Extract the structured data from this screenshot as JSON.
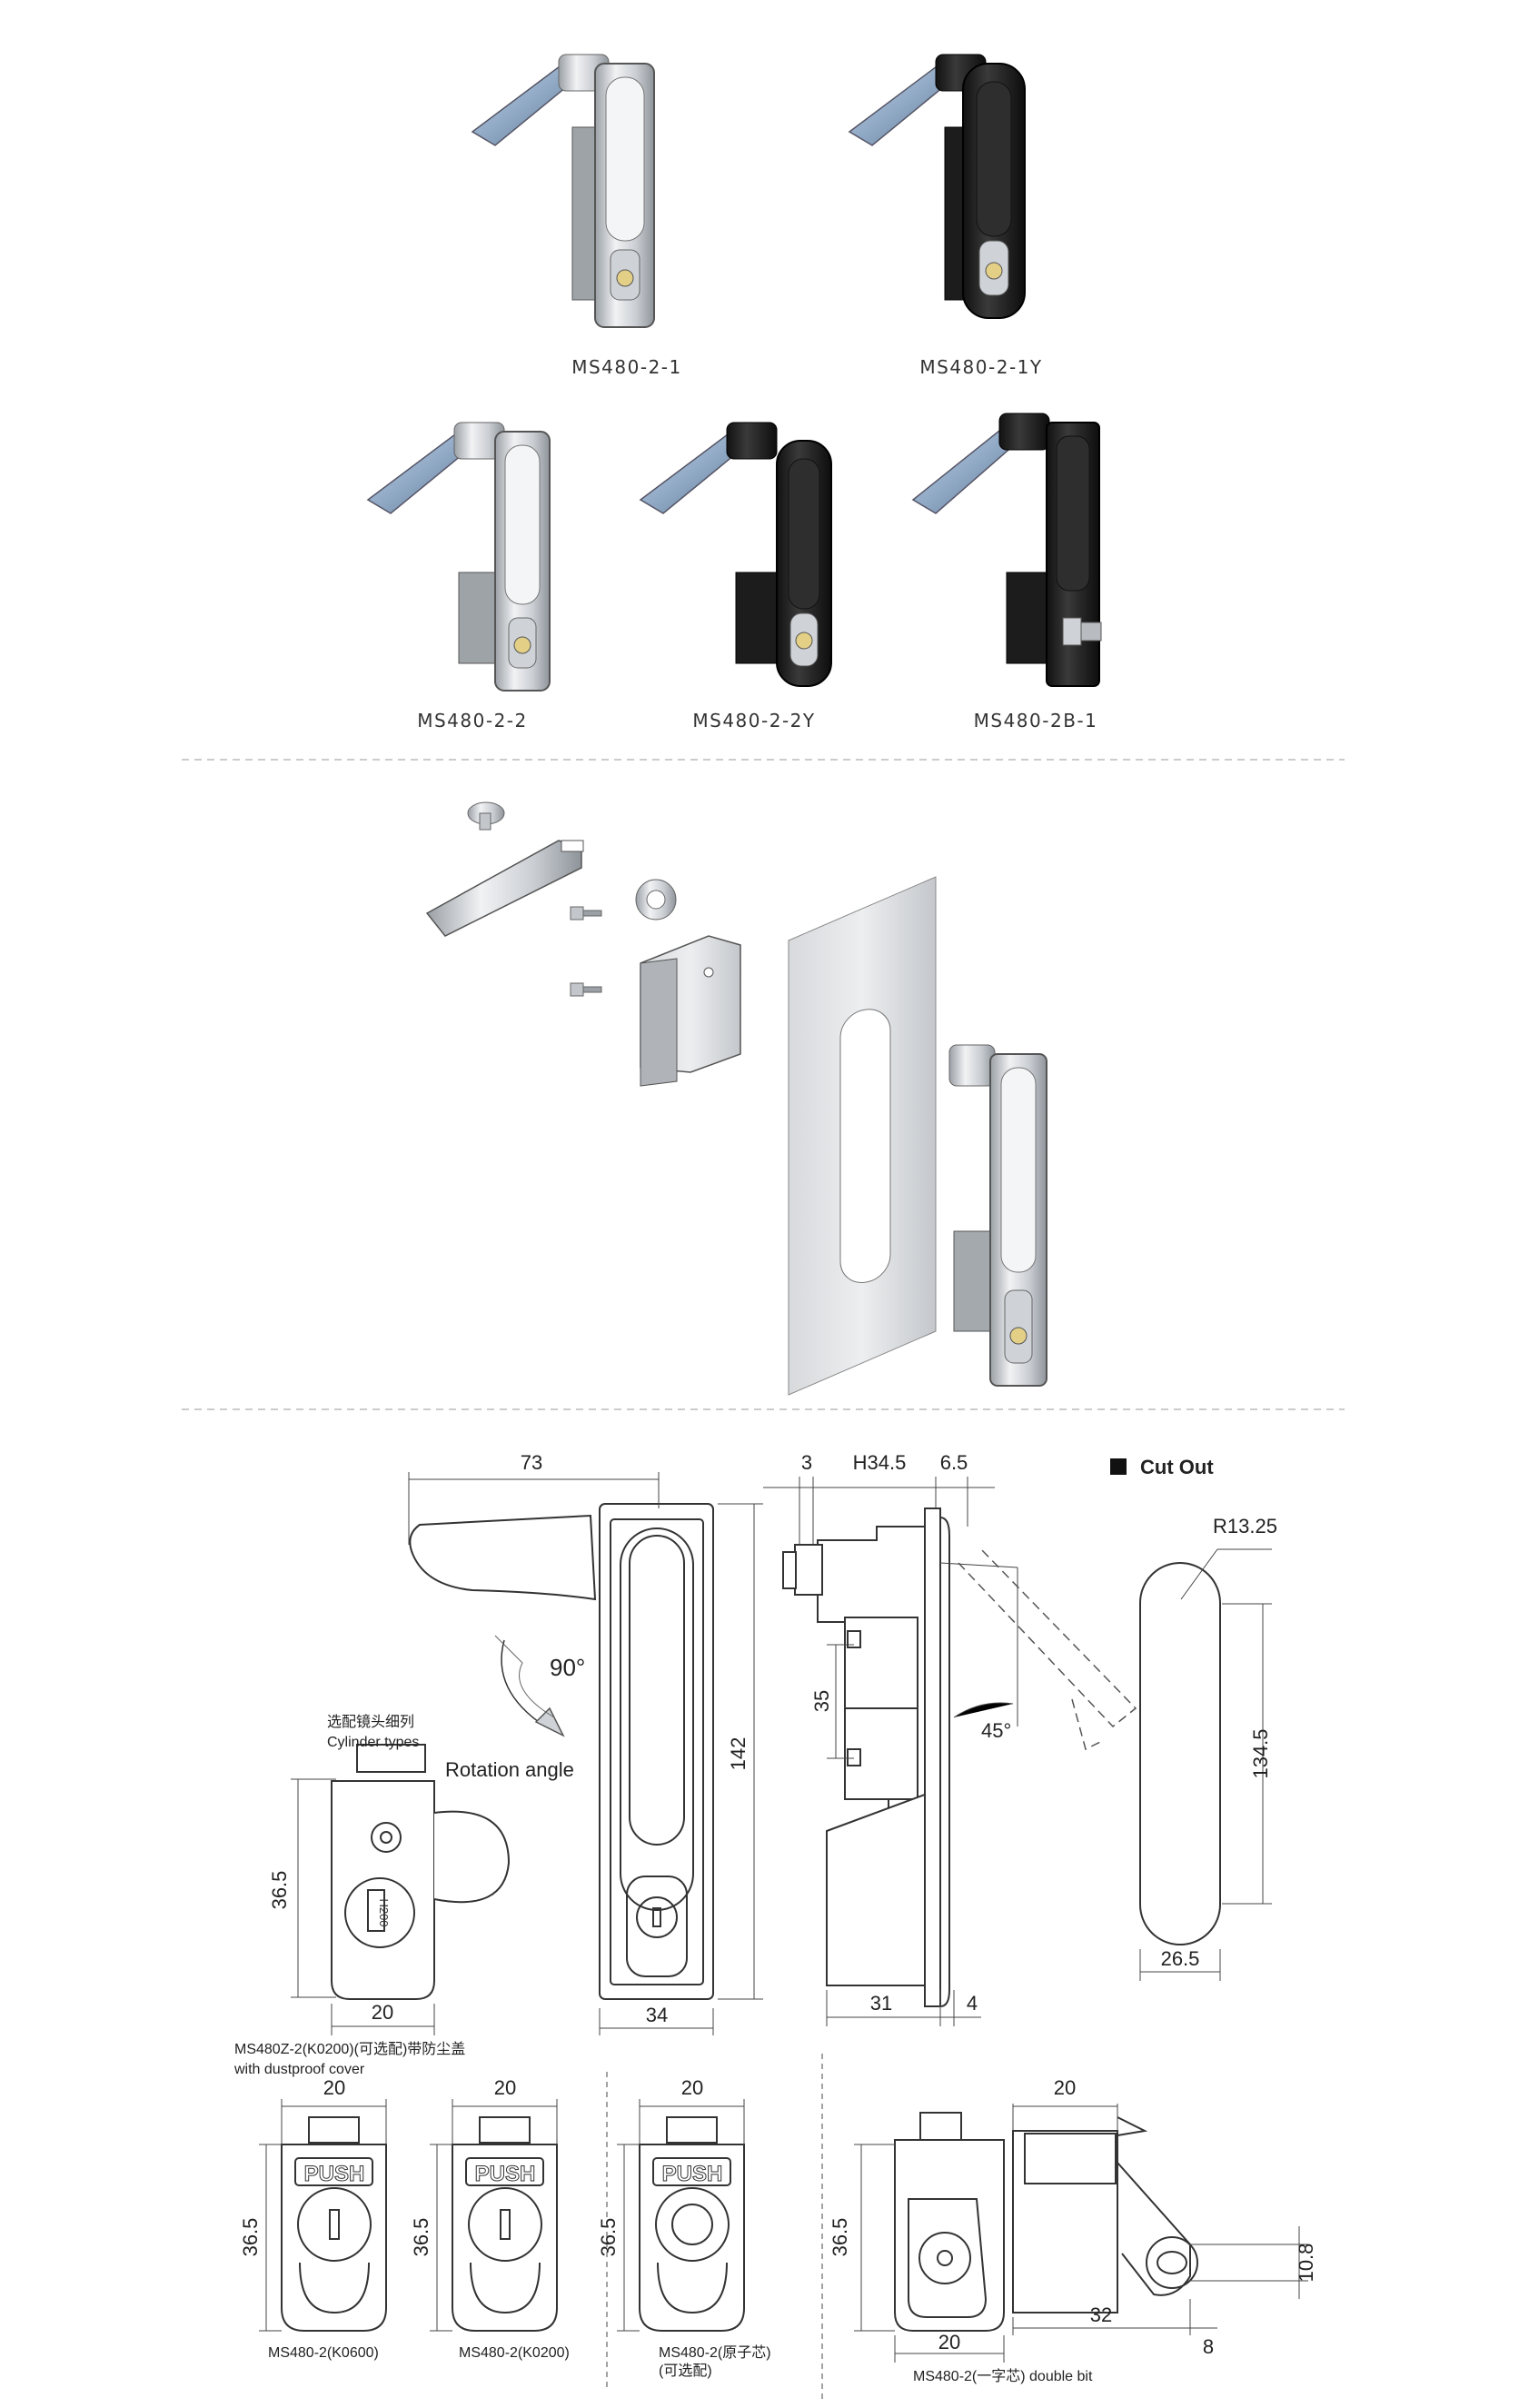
{
  "products": {
    "p1": "MS480-2-1",
    "p2": "MS480-2-1Y",
    "p3": "MS480-2-2",
    "p4": "MS480-2-2Y",
    "p5": "MS480-2B-1"
  },
  "drawing": {
    "cut_out_label": "Cut Out",
    "dim_73": "73",
    "dim_3": "3",
    "dim_h345": "H34.5",
    "dim_65": "6.5",
    "dim_r1325": "R13.25",
    "angle_90": "90°",
    "rotation_label": "Rotation angle",
    "cyl_cn": "选配镜头细列",
    "cyl_en": "Cylinder types",
    "dim_35": "35",
    "angle_45": "45°",
    "dim_142": "142",
    "dim_1345": "134.5",
    "dim_365": "36.5",
    "dim_20": "20",
    "cyl_code": "H200",
    "dim_34": "34",
    "dim_31": "31",
    "dim_4": "4",
    "dim_265": "26.5",
    "dust_cn": "MS480Z-2(K0200)(可选配)带防尘盖",
    "dust_en": "with dustproof cover",
    "push": "PUSH",
    "dim_32": "32",
    "dim_8": "8",
    "dim_108": "10.8",
    "cap_k0600": "MS480-2(K0600)",
    "cap_k0200": "MS480-2(K0200)",
    "cap_orig1": "MS480-2(原子芯)",
    "cap_orig2": "(可选配)",
    "cap_double": "MS480-2(一字芯) double bit"
  },
  "colors": {
    "line": "#333333",
    "dim": "#444444",
    "metal_light": "#e4e6e9",
    "metal_mid": "#b9bdc2",
    "metal_dark": "#7d8288",
    "black_body": "#222222",
    "zinc": "#9cb6d3"
  }
}
